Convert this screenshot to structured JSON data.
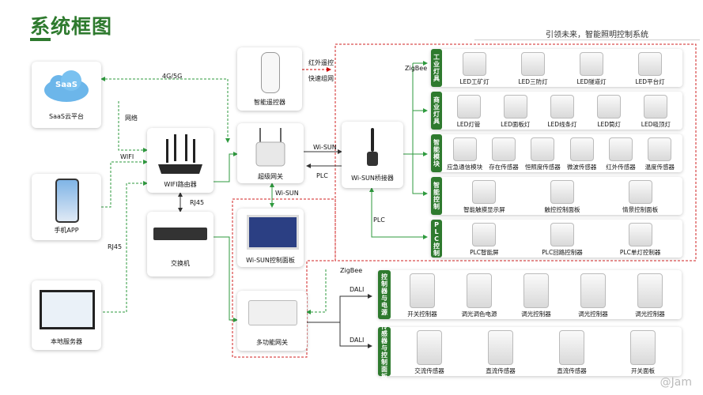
{
  "header": {
    "title": "系统框图",
    "tagline": "引领未来，智能照明控制系统"
  },
  "nodes": {
    "saas": "SaaS云平台",
    "saas_logo": "SaaS",
    "app": "手机APP",
    "server": "本地服务器",
    "router": "WIFI路由器",
    "switch": "交换机",
    "remote": "智能遥控器",
    "gateway": "超级网关",
    "panel": "Wi-SUN控制面板",
    "multi_gateway": "多功能网关",
    "bridge": "Wi-SUN桥接器"
  },
  "edges": {
    "g45": "4G/5G",
    "net": "网络",
    "wifi": "WIFI",
    "rj45_a": "RJ45",
    "rj45_b": "RJ45",
    "ir_remote": "红外遥控",
    "fast_net": "快速组网",
    "wisun_a": "Wi-SUN",
    "wisun_b": "Wi-SUN",
    "plc_a": "PLC",
    "plc_b": "PLC",
    "zigbee_a": "ZigBee",
    "zigbee_b": "ZigBee",
    "dali_a": "DALI",
    "dali_b": "DALI"
  },
  "groups": [
    {
      "tab": "工业灯具",
      "items": [
        "LED工矿灯",
        "LED三防灯",
        "LED隧道灯",
        "LED平台灯"
      ]
    },
    {
      "tab": "商业灯具",
      "items": [
        "LED灯管",
        "LED面板灯",
        "LED线条灯",
        "LED筒灯",
        "LED吸顶灯"
      ]
    },
    {
      "tab": "智能模块",
      "items": [
        "应急通信模块",
        "存在传感器",
        "恒照度传感器",
        "微波传感器",
        "红外传感器",
        "温度传感器"
      ]
    },
    {
      "tab": "智能控制",
      "items": [
        "智能触摸显示屏",
        "触控控制面板",
        "情景控制面板"
      ]
    },
    {
      "tab": "PLC控制",
      "items": [
        "PLC智能屏",
        "PLC回路控制器",
        "PLC单灯控制器"
      ]
    },
    {
      "tab": "控制器与电源",
      "items": [
        "开关控制器",
        "调光调色电源",
        "调光控制器",
        "调光控制器",
        "调光控制器"
      ]
    },
    {
      "tab": "传感器与控制面板",
      "items": [
        "交流传感器",
        "直流传感器",
        "直流传感器",
        "开关面板"
      ]
    }
  ],
  "watermark": "@Jam",
  "colors": {
    "accent_green": "#2e7a2e",
    "red_dashed": "#d22222",
    "line_green": "#2e9a3e"
  }
}
